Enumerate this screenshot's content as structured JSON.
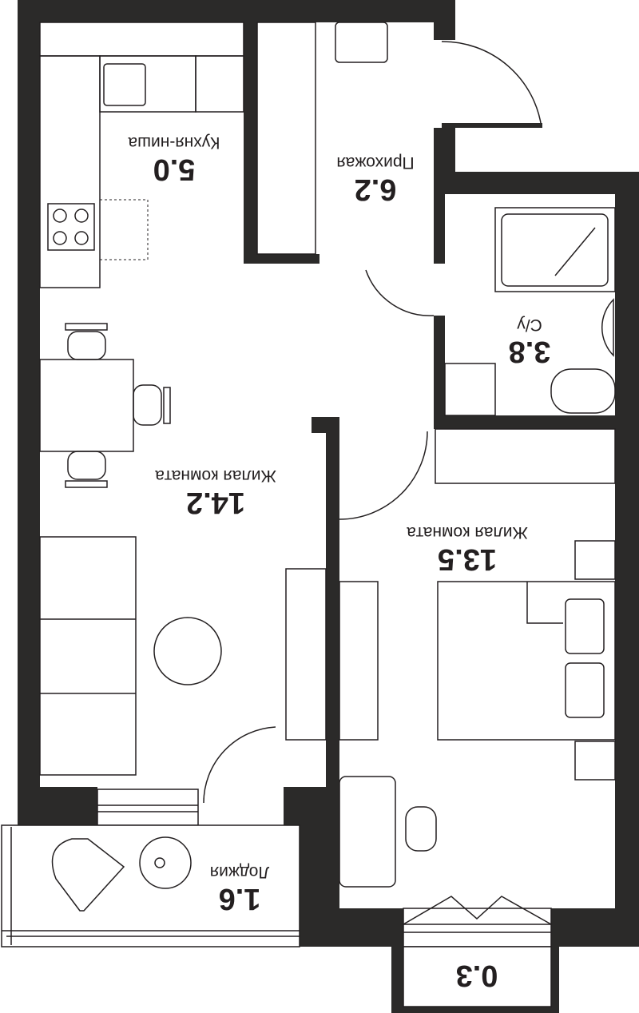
{
  "rooms": {
    "kitchen": {
      "name": "Кухня-ниша",
      "area": "5.0"
    },
    "hallway": {
      "name": "Прихожая",
      "area": "6.2"
    },
    "bathroom": {
      "name": "С/у",
      "area": "3.8"
    },
    "living1": {
      "name": "Жилая комната",
      "area": "14.2"
    },
    "living2": {
      "name": "Жилая комната",
      "area": "13.5"
    },
    "loggia": {
      "name": "Лоджия",
      "area": "1.6"
    },
    "balcony": {
      "area": "0.3"
    }
  },
  "colors": {
    "wall": "#2b2a29",
    "line": "#231f20"
  }
}
